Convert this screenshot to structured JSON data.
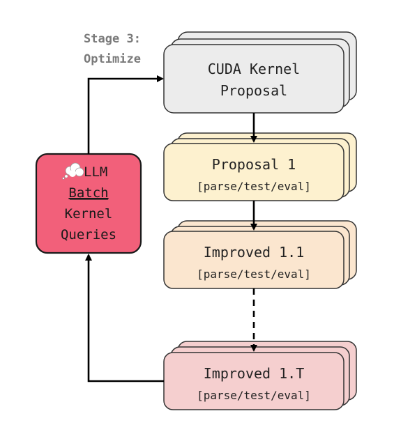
{
  "stage_label": {
    "line1": "Stage 3:",
    "line2": "Optimize"
  },
  "llm_box": {
    "icon": "thought-bubble-icon",
    "line1": "LLM",
    "line2": "Batch",
    "line3": "Kernel",
    "line4": "Queries"
  },
  "nodes": {
    "proposal": {
      "line1": "CUDA Kernel",
      "line2": "Proposal"
    },
    "proposal1": {
      "line1": "Proposal 1",
      "line2": "[parse/test/eval]"
    },
    "improved11": {
      "line1": "Improved 1.1",
      "line2": "[parse/test/eval]"
    },
    "improved1t": {
      "line1": "Improved 1.T",
      "line2": "[parse/test/eval]"
    }
  },
  "colors": {
    "proposal_fill": "#ececec",
    "proposal1_fill": "#fdf1cf",
    "improved11_fill": "#fbe6cf",
    "improved1t_fill": "#f5cfcf",
    "llm_fill": "#f2607a",
    "stage_text": "#7a7a7a"
  }
}
